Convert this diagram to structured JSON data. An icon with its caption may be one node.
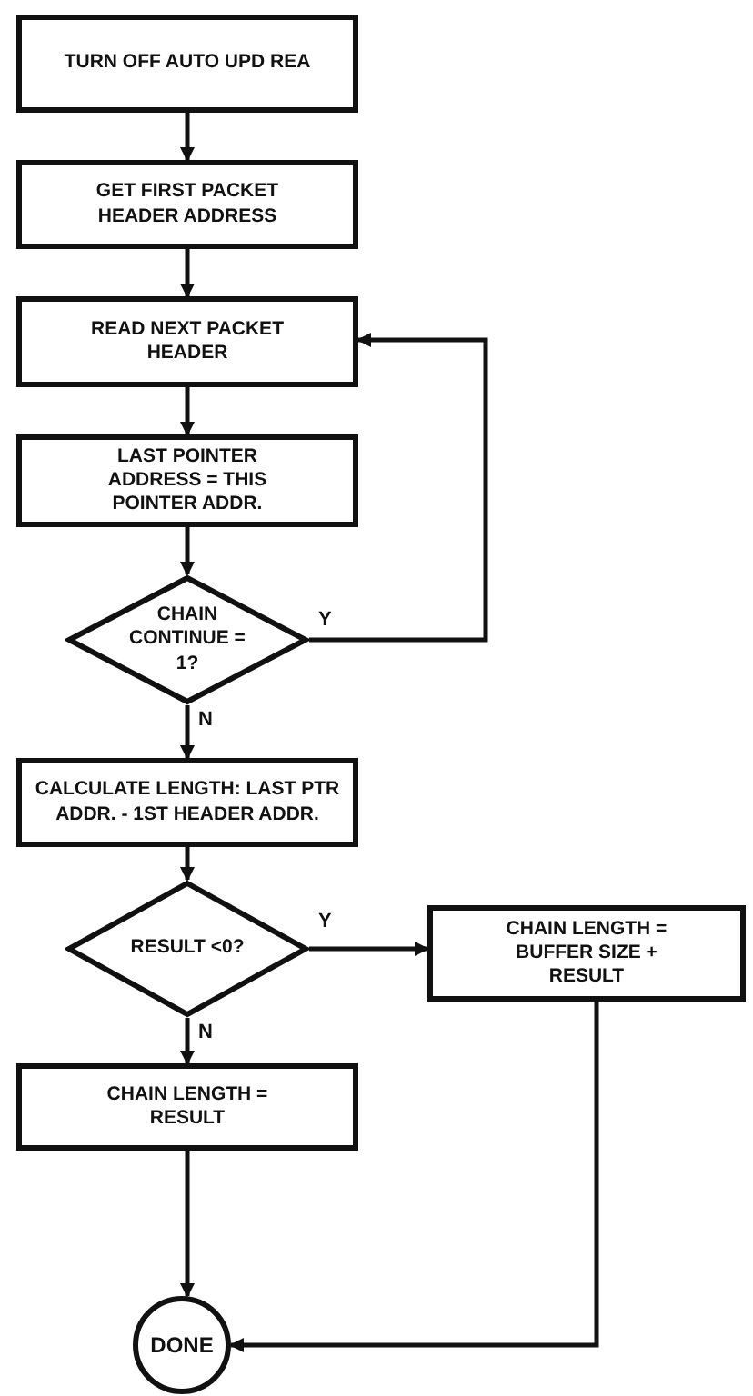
{
  "diagram": {
    "nodes": [
      {
        "text": [
          "TURN OFF AUTO UPD REA"
        ]
      },
      {
        "text": [
          "GET FIRST PACKET HEADER ADDRESS"
        ]
      },
      {
        "text": [
          "READ NEXT PACKET HEADER"
        ]
      },
      {
        "text": [
          "LAST POINTER ADDRESS = THIS POINTER ADDR."
        ]
      },
      {
        "text": [
          "CHAIN CONTINUE = 1?"
        ]
      },
      {
        "text": [
          "CALCULATE LENGTH: LAST PTR ADDR. - 1ST HEADER ADDR."
        ]
      },
      {
        "text": [
          "RESULT <0?"
        ]
      },
      {
        "text": [
          "CHAIN LENGTH = BUFFER SIZE + RESULT"
        ]
      },
      {
        "text": [
          "CHAIN LENGTH = RESULT"
        ]
      },
      {
        "text": [
          "DONE"
        ]
      }
    ],
    "edges": [
      {
        "from": 0,
        "to": 1,
        "arrow": "to"
      },
      {
        "from": 1,
        "to": 2,
        "arrow": "to"
      },
      {
        "from": 2,
        "to": 3,
        "arrow": "to"
      },
      {
        "from": 3,
        "to": 4,
        "arrow": "to"
      },
      {
        "from": 4,
        "to": 2,
        "arrow": "to",
        "label": "Y"
      },
      {
        "from": 4,
        "to": 5,
        "arrow": "to",
        "label": "N"
      },
      {
        "from": 5,
        "to": 6,
        "arrow": "to"
      },
      {
        "from": 6,
        "to": 7,
        "arrow": "to",
        "label": "Y"
      },
      {
        "from": 6,
        "to": 8,
        "arrow": "to",
        "label": "N"
      },
      {
        "from": 8,
        "to": 9,
        "arrow": "to"
      },
      {
        "from": 7,
        "to": 9,
        "arrow": "to"
      }
    ]
  }
}
